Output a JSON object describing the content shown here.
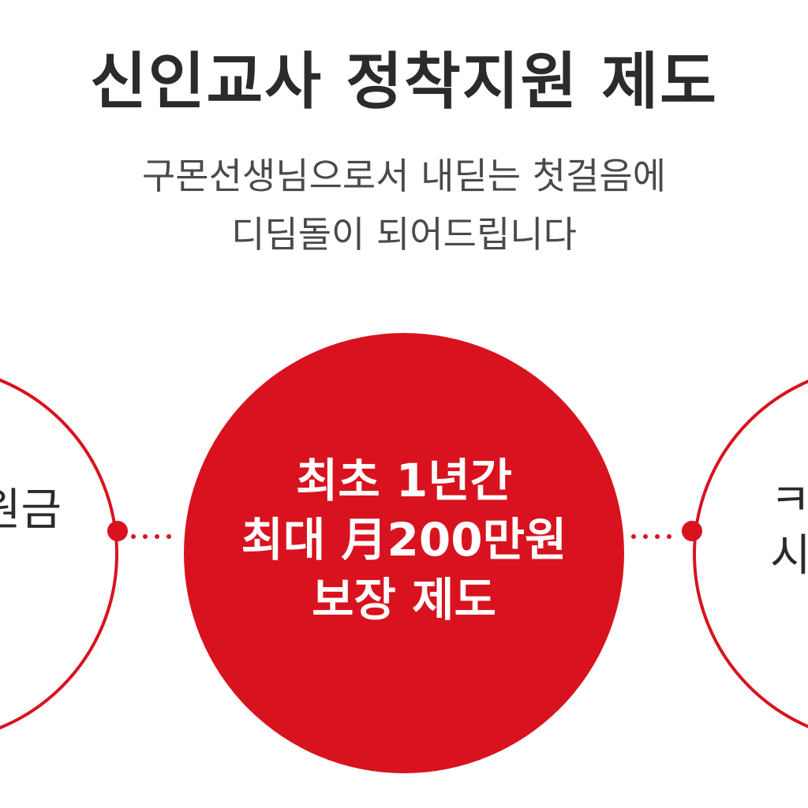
{
  "header": {
    "title": "신인교사 정착지원 제도",
    "subtitle_line1": "구몬선생님으로서 내딛는 첫걸음에",
    "subtitle_line2": "디딤돌이 되어드립니다"
  },
  "cards": {
    "left": {
      "text": "원금"
    },
    "center": {
      "line1": "최초 1년간",
      "line2": "최대 月200만원",
      "line3": "보장 제도"
    },
    "right": {
      "line1": "ㅋ",
      "line2": "시"
    }
  },
  "colors": {
    "accent": "#d8131f",
    "title_text": "#2b2b2b",
    "subtitle_text": "#4a4a4a",
    "background": "#ffffff"
  }
}
